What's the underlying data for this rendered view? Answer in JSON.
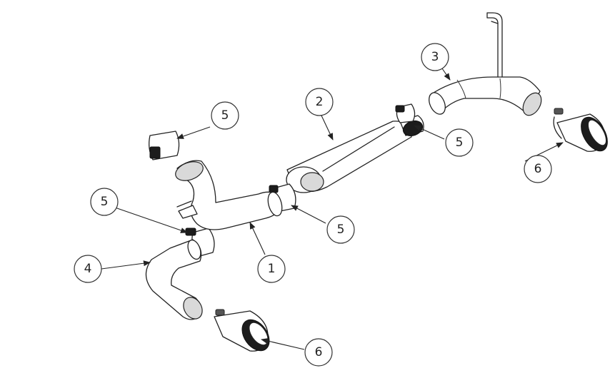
{
  "callouts": {
    "c1": "1",
    "c2": "2",
    "c3": "3",
    "c4": "4",
    "c5a": "5",
    "c5b": "5",
    "c5c": "5",
    "c5d": "5",
    "c6a": "6",
    "c6b": "6"
  }
}
